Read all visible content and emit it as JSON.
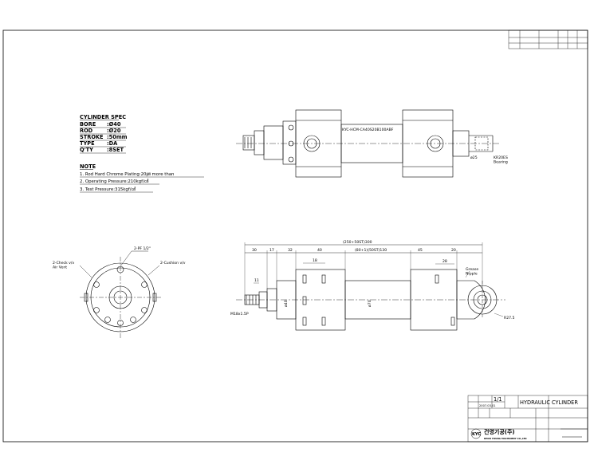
{
  "spec": {
    "header": "CYLINDER SPEC",
    "rows": [
      {
        "label": "BORE",
        "value": ":Ø40"
      },
      {
        "label": "ROD",
        "value": ":Ø20"
      },
      {
        "label": "STROKE",
        "value": ":50mm"
      },
      {
        "label": "TYPE",
        "value": ":DA"
      },
      {
        "label": "Q'TY",
        "value": ":8SET"
      }
    ]
  },
  "note": {
    "header": "NOTE",
    "items": [
      "1. Rod Hard Chrome Plating:20㎛ more than",
      "2. Operating Pressure:210kgf/㎠",
      "3. Test Pressure:315kgf/㎠"
    ]
  },
  "top_view": {
    "model": "KYC-HCM-CA40S20B100ABF",
    "d25": "ø25",
    "bearing": "KR20ES\nBearing"
  },
  "front_view": {
    "pf": "2-PF 1/2\"",
    "check": "2-Check v/v\nAir Vent",
    "cushion": "2-Cushion v/v"
  },
  "side_view": {
    "overall": "(250+50ST)300",
    "mid": "(80+1)(50ST)130",
    "segments": [
      "30",
      "17",
      "32",
      "40",
      "45",
      "20"
    ],
    "d18": "18",
    "d28": "28",
    "d11": "11",
    "grease": "Grease\nNipple",
    "thread": "M18x1.5P",
    "d40": "ø40",
    "d70": "ø70",
    "r27": "R27.5"
  },
  "title_block": {
    "title": "HYDRAULIC CYLINDER",
    "date": "2007.03.01",
    "sheet": "1/1",
    "company_kr": "건영기공(주)",
    "company_en": "KEON YOUNG MACHINERY CO.,LTD",
    "logo": "KYC"
  }
}
